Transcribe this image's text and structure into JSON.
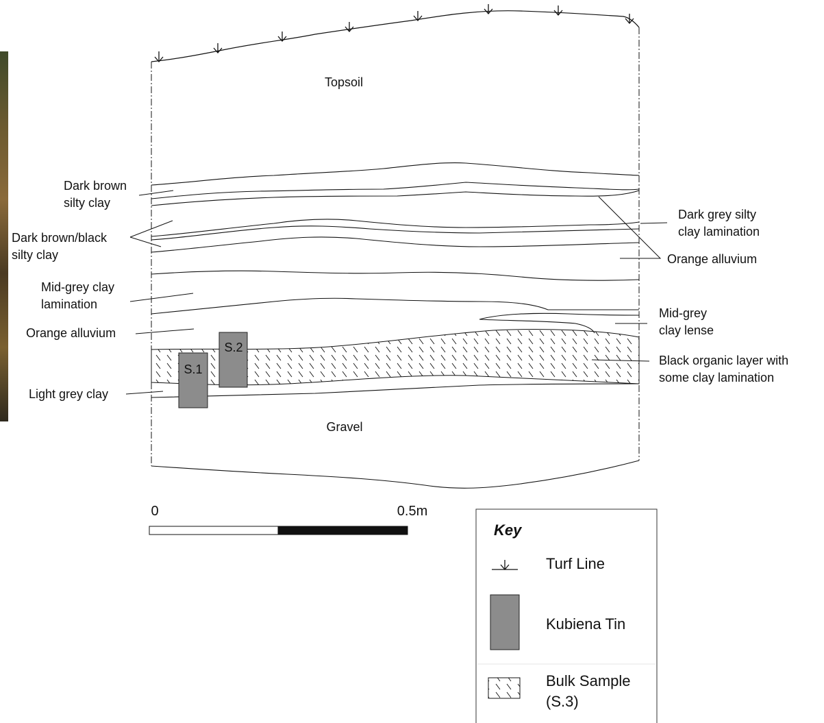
{
  "diagram": {
    "layers": {
      "topsoil": "Topsoil",
      "gravel": "Gravel"
    },
    "left_labels": [
      {
        "line1": "Dark brown",
        "line2": "silty clay"
      },
      {
        "line1": "Dark brown/black",
        "line2": "silty clay"
      },
      {
        "line1": "Mid-grey clay",
        "line2": "lamination"
      },
      {
        "line1": "Orange alluvium",
        "line2": ""
      },
      {
        "line1": "Light grey clay",
        "line2": ""
      }
    ],
    "right_labels": [
      {
        "line1": "Dark grey silty",
        "line2": "clay lamination"
      },
      {
        "line1": "Orange alluvium",
        "line2": ""
      },
      {
        "line1": "Mid-grey",
        "line2": "clay lense"
      },
      {
        "line1": "Black organic layer with",
        "line2": "some clay lamination"
      }
    ],
    "samples": {
      "s1": "S.1",
      "s2": "S.2"
    },
    "scale": {
      "start": "0",
      "end": "0.5m"
    }
  },
  "key": {
    "title": "Key",
    "items": [
      {
        "icon": "turf-line-icon",
        "label": "Turf Line"
      },
      {
        "icon": "kubiena-tin-icon",
        "label": "Kubiena Tin"
      },
      {
        "icon": "bulk-sample-icon",
        "line1": "Bulk Sample",
        "line2": "(S.3)"
      }
    ]
  },
  "colors": {
    "line": "#111111",
    "tin_fill": "#8c8c8c",
    "background": "#ffffff"
  }
}
